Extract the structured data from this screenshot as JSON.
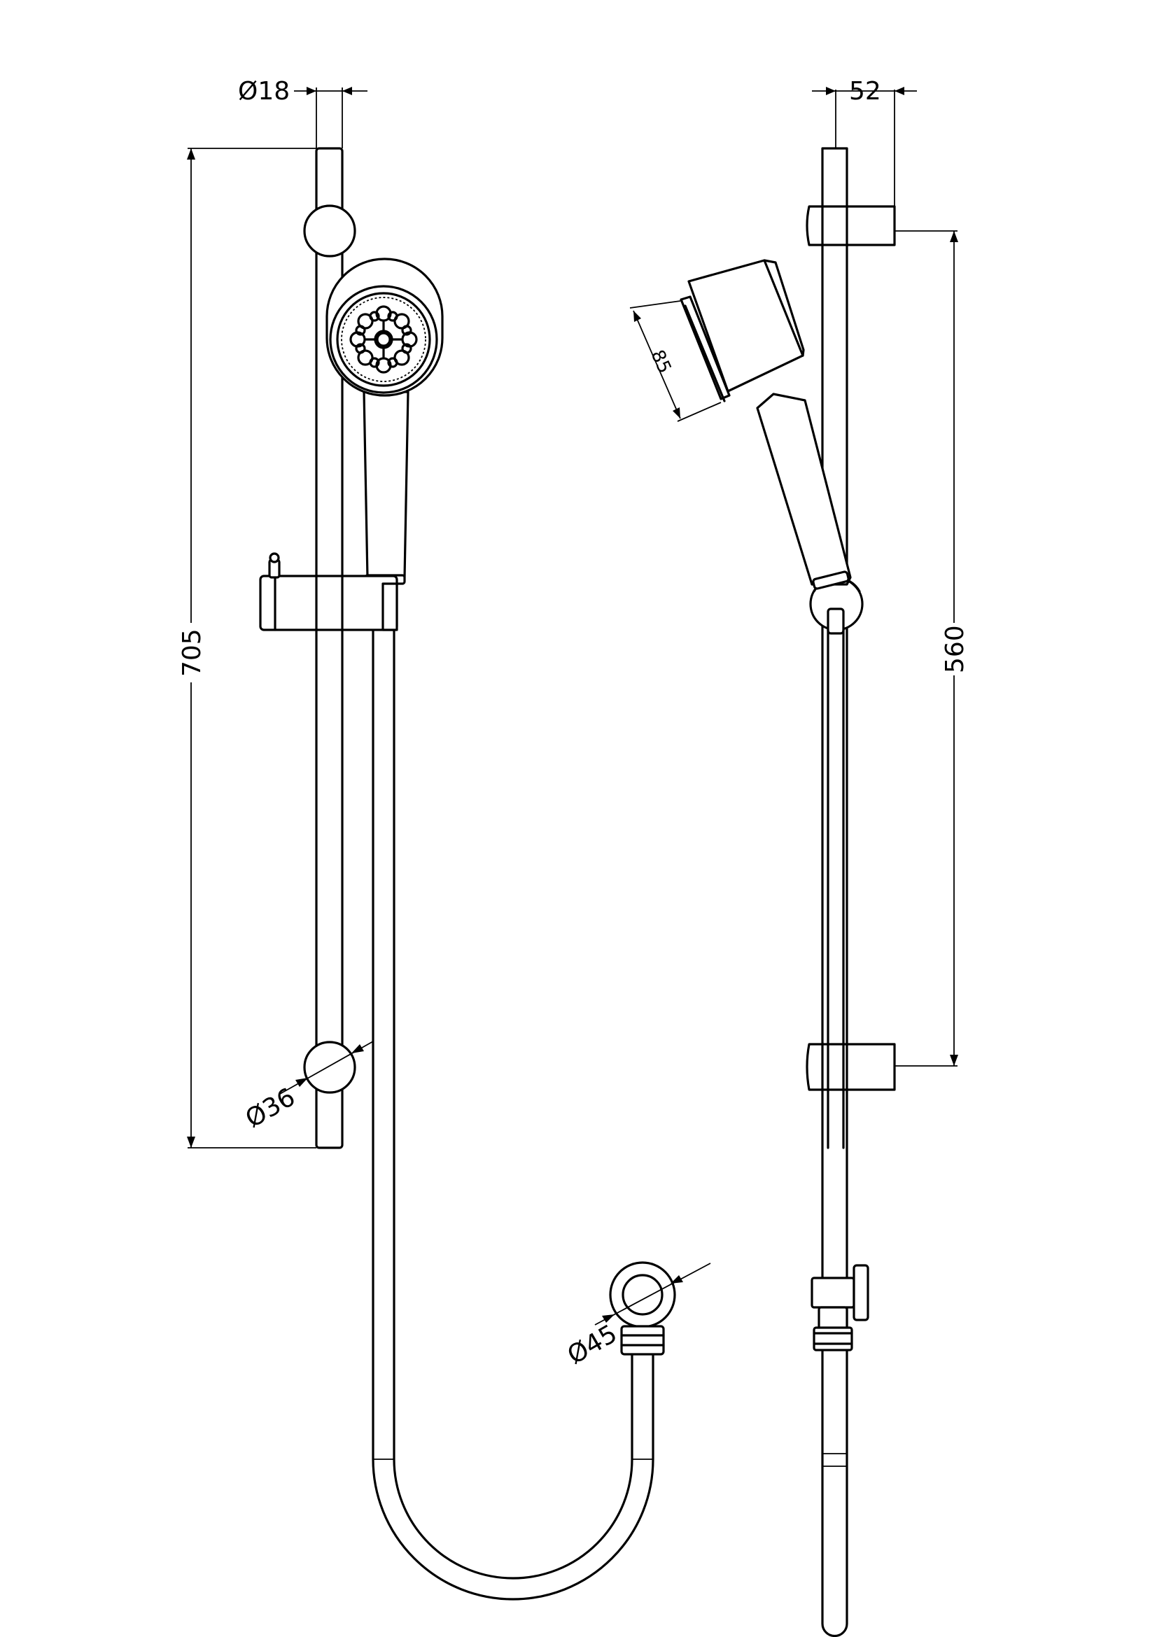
{
  "dimensions": {
    "rail_diameter": "Ø18",
    "bracket_depth": "52",
    "rail_length": "705",
    "slider_spacing": "560",
    "head_width": "85",
    "bracket_diameter": "Ø36",
    "outlet_diameter": "Ø45"
  },
  "colors": {
    "line": "#000000",
    "background": "#ffffff"
  }
}
